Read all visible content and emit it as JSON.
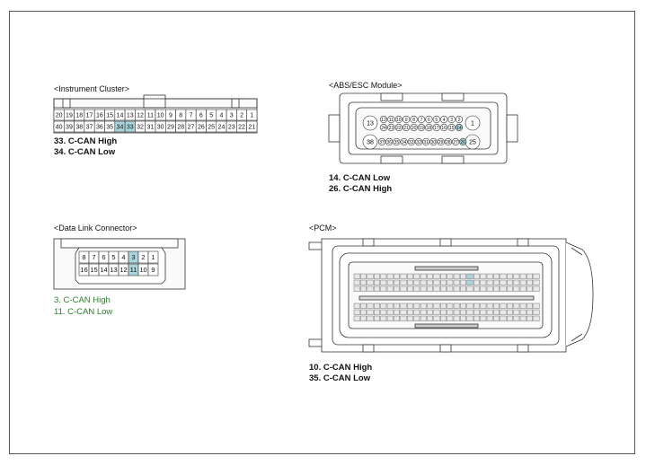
{
  "sections": {
    "instrument_cluster": {
      "title": "<Instrument Cluster>",
      "row_top": [
        "20",
        "19",
        "18",
        "17",
        "16",
        "15",
        "14",
        "13",
        "12",
        "11",
        "10",
        "9",
        "8",
        "7",
        "6",
        "5",
        "4",
        "3",
        "2",
        "1"
      ],
      "row_bottom": [
        "40",
        "39",
        "38",
        "37",
        "36",
        "35",
        "34",
        "33",
        "32",
        "31",
        "30",
        "29",
        "28",
        "27",
        "26",
        "25",
        "24",
        "23",
        "22",
        "21"
      ],
      "highlight": [
        "33",
        "34"
      ],
      "notes": [
        "33. C-CAN High",
        "34. C-CAN Low"
      ]
    },
    "abs_esc": {
      "title": "<ABS/ESC Module>",
      "left_large": [
        "13",
        "38"
      ],
      "right_large": [
        "1",
        "25"
      ],
      "row_top": [
        "12",
        "11",
        "10",
        "9",
        "8",
        "7",
        "6",
        "5",
        "4",
        "3",
        "2"
      ],
      "row_mid": [
        "24",
        "23",
        "22",
        "21",
        "20",
        "19",
        "18",
        "17",
        "16",
        "15",
        "14"
      ],
      "row_bottom": [
        "37",
        "36",
        "35",
        "34",
        "33",
        "32",
        "31",
        "30",
        "29",
        "28",
        "27",
        "26"
      ],
      "highlight": [
        "14",
        "26"
      ],
      "notes": [
        "14. C-CAN Low",
        "26. C-CAN High"
      ]
    },
    "dlc": {
      "title": "<Data Link Connector>",
      "row_top": [
        "8",
        "7",
        "6",
        "5",
        "4",
        "3",
        "2",
        "1"
      ],
      "row_bottom": [
        "16",
        "15",
        "14",
        "13",
        "12",
        "11",
        "10",
        "9"
      ],
      "highlight": [
        "3",
        "11"
      ],
      "notes": [
        "3. C-CAN High",
        "11. C-CAN Low"
      ]
    },
    "pcm": {
      "title": "<PCM>",
      "notes": [
        "10. C-CAN High",
        "35. C-CAN Low"
      ]
    }
  },
  "colors": {
    "highlight": "#a9d4dc",
    "note_green": "#2f7d2f",
    "line": "#333333",
    "pin_fill": "#e8e8e8"
  }
}
